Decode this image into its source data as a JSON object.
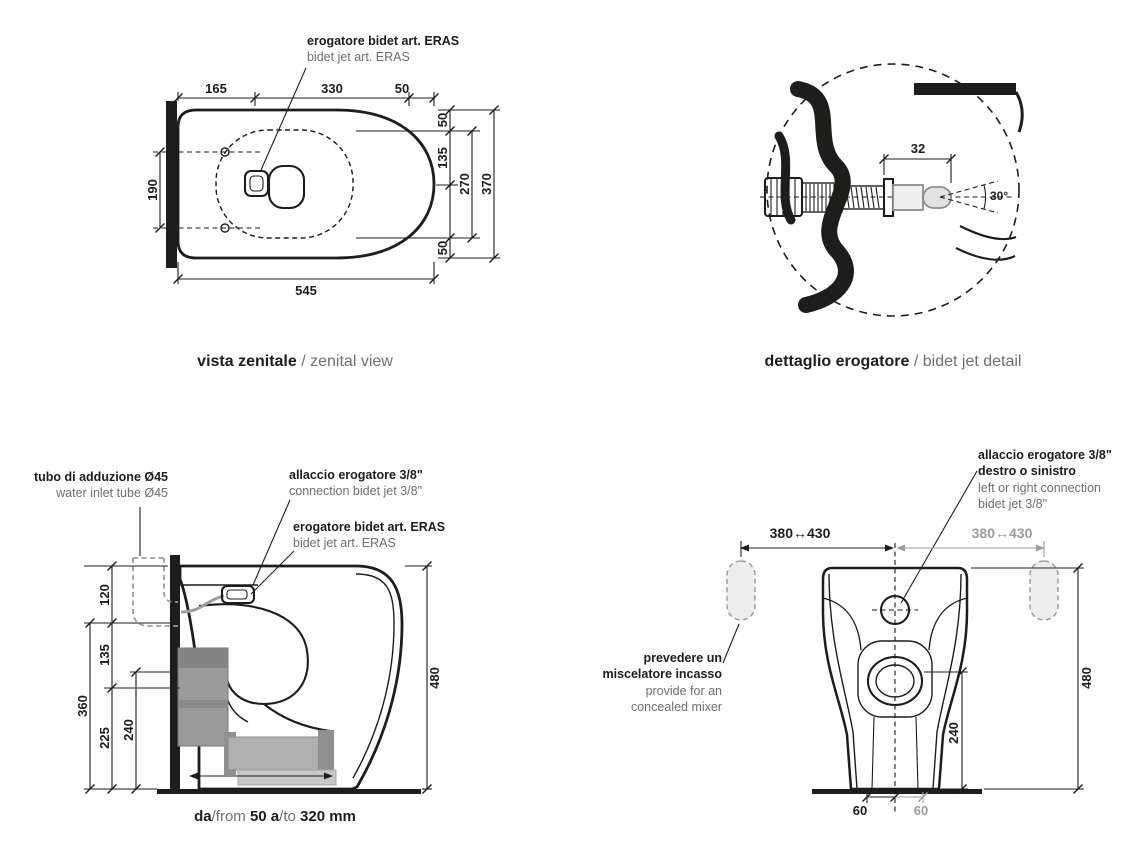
{
  "colors": {
    "ink": "#1d1d1b",
    "gray": "#9d9d9c"
  },
  "zenital": {
    "caption_bold": "vista zenitale",
    "caption_light": " / zenital view",
    "note_jet_bold": "erogatore bidet art. ERAS",
    "note_jet_light": "bidet jet art. ERAS",
    "dims": {
      "d165": "165",
      "d330": "330",
      "d50_top": "50",
      "d190": "190",
      "d545": "545",
      "d50_r_top": "50",
      "d135": "135",
      "d270": "270",
      "d370": "370",
      "d50_r_bottom": "50"
    }
  },
  "detail": {
    "caption_bold": "dettaglio erogatore",
    "caption_light": " / bidet jet detail",
    "dims": {
      "d32": "32",
      "angle": "30°"
    }
  },
  "side": {
    "note_tube_bold": "tubo di adduzione Ø45",
    "note_tube_light": "water inlet tube Ø45",
    "note_conn_bold": "allaccio erogatore 3/8\"",
    "note_conn_light": "connection bidet jet 3/8\"",
    "note_jet_bold": "erogatore bidet art. ERAS",
    "note_jet_light": "bidet jet art. ERAS",
    "dims": {
      "d120": "120",
      "d135": "135",
      "d360": "360",
      "d225": "225",
      "d240": "240",
      "d480": "480"
    },
    "caption": {
      "seg1_bold": "da",
      "seg2_light": "/from ",
      "seg3_bold": "50 a",
      "seg4_light": "/to ",
      "seg5_bold": "320 mm"
    }
  },
  "rear": {
    "note_conn_bold1": "allaccio erogatore 3/8\"",
    "note_conn_bold2": "destro o sinistro",
    "note_conn_light1": "left or right connection",
    "note_conn_light2": "bidet jet 3/8\"",
    "note_mixer_bold1": "prevedere un",
    "note_mixer_bold2": "miscelatore incasso",
    "note_mixer_light1": "provide for an",
    "note_mixer_light2": "concealed mixer",
    "dims": {
      "range_black": "380↔430",
      "range_gray": "380↔430",
      "d480": "480",
      "d240": "240",
      "d60_black": "60",
      "d60_gray": "60"
    }
  }
}
